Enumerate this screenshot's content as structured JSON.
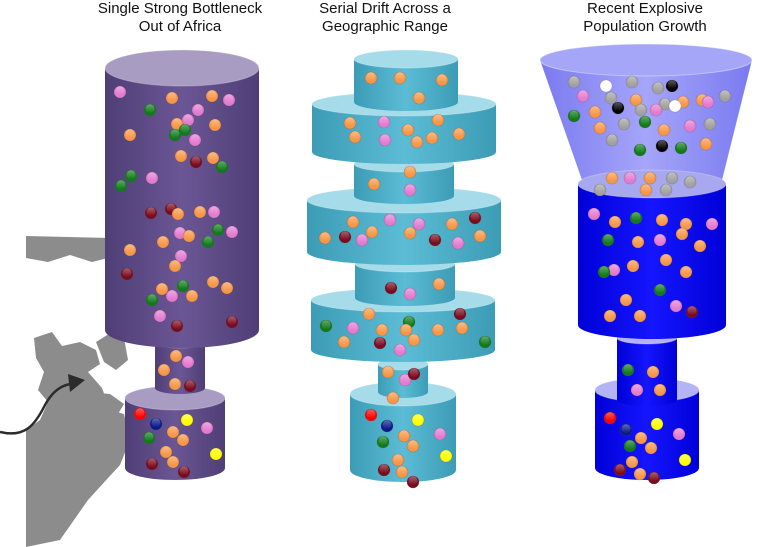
{
  "panels": [
    {
      "id": "single",
      "title": "Single Strong Bottleneck\nOut of Africa"
    },
    {
      "id": "serial",
      "title": "Serial Drift Across a\nGeographic Range"
    },
    {
      "id": "explosive",
      "title": "Recent Explosive\nPopulation Growth"
    }
  ],
  "colors": {
    "purple_body": "#5d4a86",
    "purple_top": "#a99cc3",
    "teal_body": "#4bacc6",
    "teal_top": "#a6dcea",
    "blue_body": "#0000f0",
    "blue_top": "#b3b3f5",
    "funnel": "#8a8af5",
    "map_land": "#8c8c8c",
    "dot_orange": "#f79646",
    "dot_pink": "#e37ad0",
    "dot_green": "#117a1a",
    "dot_maroon": "#7a0a1e",
    "dot_red": "#ff0000",
    "dot_navy": "#0a1a8a",
    "dot_yellow": "#ffff00",
    "dot_gray": "#a0a0a0",
    "dot_black": "#000000",
    "dot_white": "#ffffff"
  },
  "icons": {
    "migration_arrow": "arrow-icon"
  }
}
